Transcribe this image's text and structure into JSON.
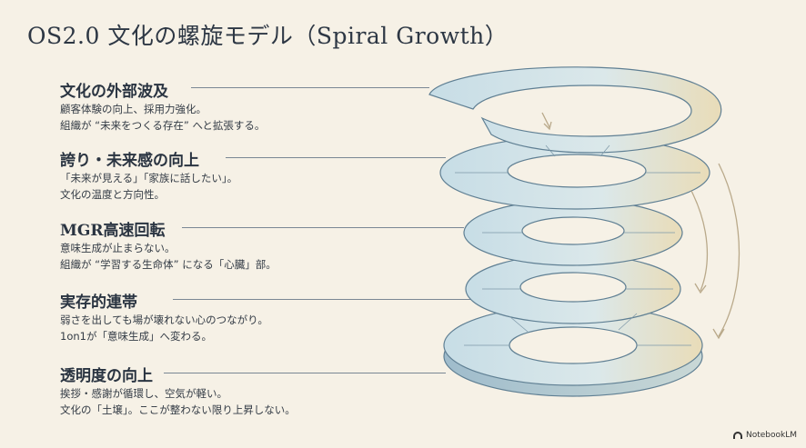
{
  "title": "OS2.0 文化の螺旋モデル（Spiral Growth）",
  "levels": [
    {
      "heading": "文化の外部波及",
      "lines": [
        "顧客体験の向上、採用力強化。",
        "組織が “未来をつくる存在” へと拡張する。"
      ]
    },
    {
      "heading": "誇り・未来感の向上",
      "lines": [
        "「未来が見える」「家族に話したい」。",
        "文化の温度と方向性。"
      ]
    },
    {
      "heading": "MGR高速回転",
      "lines": [
        "意味生成が止まらない。",
        "組織が “学習する生命体” になる「心臓」部。"
      ]
    },
    {
      "heading": "実存的連帯",
      "lines": [
        "弱さを出しても場が壊れない心のつながり。",
        "1on1が「意味生成」へ変わる。"
      ]
    },
    {
      "heading": "透明度の向上",
      "lines": [
        "挨拶・感謝が循環し、空気が軽い。",
        "文化の「土壌」。ここが整わない限り上昇しない。"
      ]
    }
  ],
  "logo_text": "NotebookLM"
}
